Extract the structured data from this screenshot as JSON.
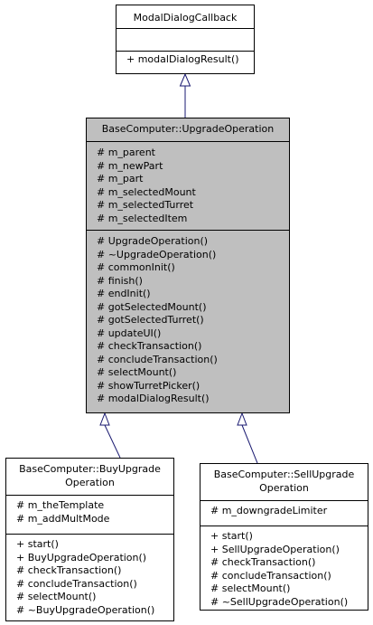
{
  "modal": {
    "title": "ModalDialogCallback",
    "attributes": [],
    "methods": [
      "+ modalDialogResult()"
    ]
  },
  "upgrade": {
    "title": "BaseComputer::UpgradeOperation",
    "attributes": [
      "# m_parent",
      "# m_newPart",
      "# m_part",
      "# m_selectedMount",
      "# m_selectedTurret",
      "# m_selectedItem"
    ],
    "methods": [
      "# UpgradeOperation()",
      "# ~UpgradeOperation()",
      "# commonInit()",
      "# finish()",
      "# endInit()",
      "# gotSelectedMount()",
      "# gotSelectedTurret()",
      "# updateUI()",
      "# checkTransaction()",
      "# concludeTransaction()",
      "# selectMount()",
      "# showTurretPicker()",
      "# modalDialogResult()"
    ]
  },
  "buy": {
    "title_line1": "BaseComputer::BuyUpgrade",
    "title_line2": "Operation",
    "attributes": [
      "# m_theTemplate",
      "# m_addMultMode"
    ],
    "methods": [
      "+ start()",
      "+ BuyUpgradeOperation()",
      "# checkTransaction()",
      "# concludeTransaction()",
      "# selectMount()",
      "# ~BuyUpgradeOperation()"
    ]
  },
  "sell": {
    "title_line1": "BaseComputer::SellUpgrade",
    "title_line2": "Operation",
    "attributes": [
      "# m_downgradeLimiter"
    ],
    "methods": [
      "+ start()",
      "+ SellUpgradeOperation()",
      "# checkTransaction()",
      "# concludeTransaction()",
      "# selectMount()",
      "# ~SellUpgradeOperation()"
    ]
  },
  "colors": {
    "edge": "#191970",
    "main_fill": "#bfbfbf"
  }
}
